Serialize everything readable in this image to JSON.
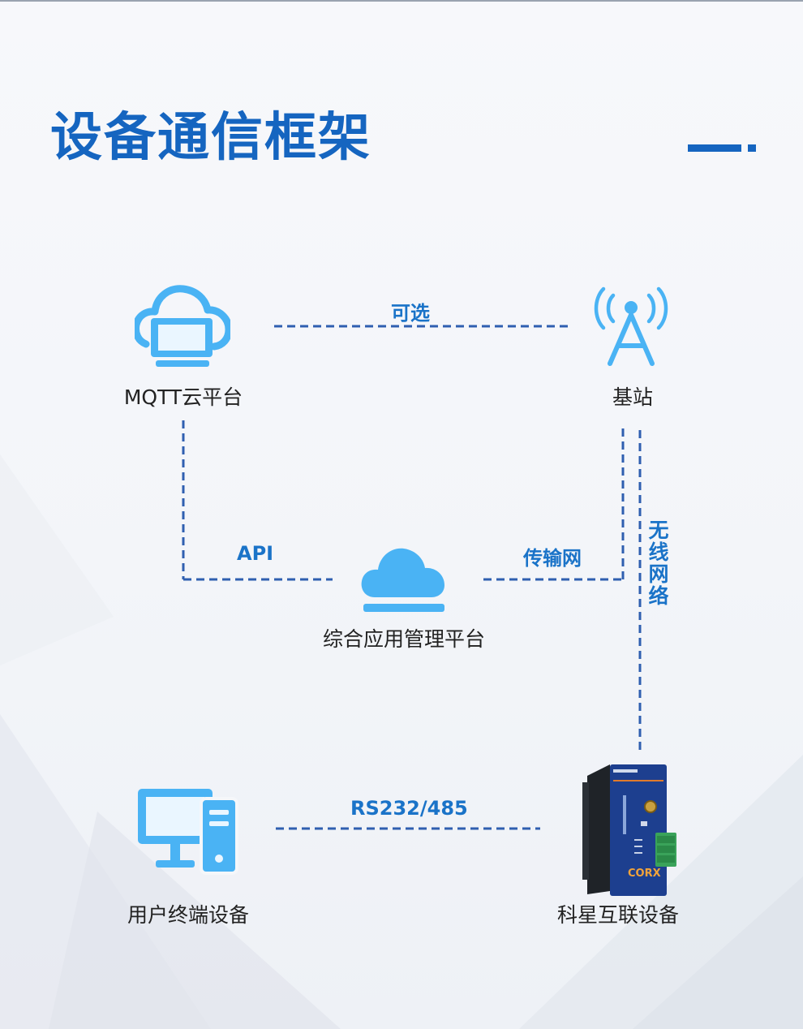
{
  "title": "设备通信框架",
  "colors": {
    "accent": "#1565c0",
    "icon": "#4ab3f4",
    "line": "#2f5fb0",
    "device": "#1d3f8f"
  },
  "nodes": {
    "mqtt": {
      "label": "MQTT云平台",
      "icon": "cloud-monitor-icon"
    },
    "base_station": {
      "label": "基站",
      "icon": "cell-tower-icon"
    },
    "platform": {
      "label": "综合应用管理平台",
      "icon": "cloud-icon"
    },
    "terminal": {
      "label": "用户终端设备",
      "icon": "desktop-computer-icon"
    },
    "device": {
      "label": "科星互联设备",
      "icon": "dtu-device-icon",
      "brand": "CORX"
    }
  },
  "edges": {
    "optional": "可选",
    "api": "API",
    "transport": "传输网",
    "wireless": "无线网络",
    "serial": "RS232/485"
  }
}
